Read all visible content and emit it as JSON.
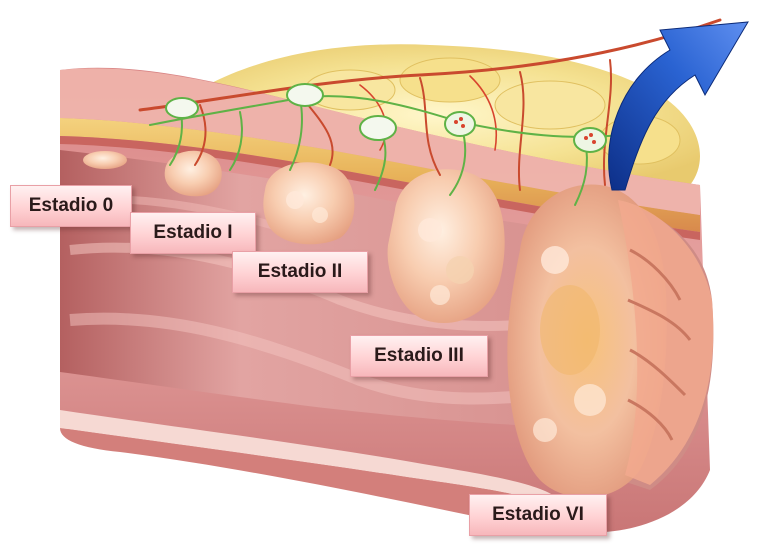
{
  "labels": {
    "stage_0": "Estadio 0",
    "stage_1": "Estadio I",
    "stage_2": "Estadio II",
    "stage_3": "Estadio III",
    "stage_vi": "Estadio VI"
  },
  "colors": {
    "label_bg": "#ffd2d4",
    "mucosa": "#e39a9a",
    "tumor": "#f6c3a6",
    "fat": "#f3e08a",
    "vessel_red": "#d8442e",
    "lymph_green": "#5fb246",
    "arrow_blue": "#1f4fb8"
  }
}
